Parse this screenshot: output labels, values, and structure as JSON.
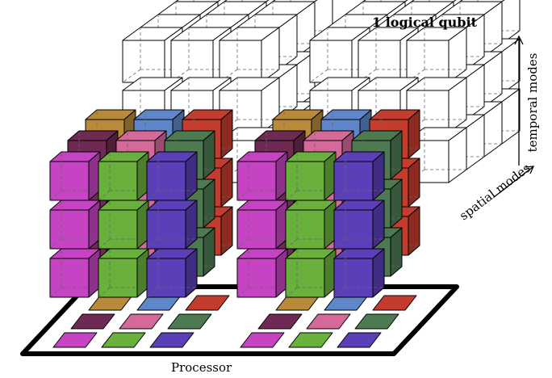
{
  "labels": {
    "title": "1 logical qubit",
    "axis_temporal": "temporal modes",
    "axis_spatial": "spatial modes",
    "processor": "Processor"
  },
  "palette": {
    "magenta": "#c643c3",
    "green": "#69b03c",
    "indigo": "#5a3fb8",
    "plum": "#6e2a52",
    "pink": "#d56a9a",
    "forest": "#4d7a50",
    "ochre": "#b88a3a",
    "steel": "#5f86c9",
    "brick": "#c43c2e"
  },
  "logical_blocks": 2,
  "grid": {
    "columns_per_block": 3,
    "spatial_depth": 3,
    "temporal_layers": 3,
    "white_depth_layers": 4
  }
}
